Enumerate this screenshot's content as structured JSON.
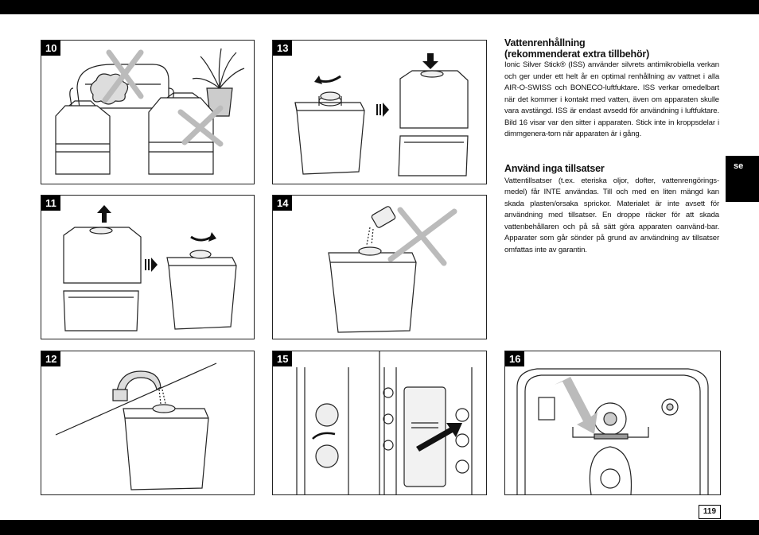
{
  "section1": {
    "heading_line1": "Vattenrenhållning",
    "heading_line2": "(rekommenderat extra tillbehör)",
    "body": "Ionic Silver Stick® (ISS) använder silvrets antimikrobiella verkan och ger under ett helt år en optimal renhållning av vattnet i alla AIR-O-SWISS och BONECO-luftfuktare. ISS verkar omedelbart när det kommer i kontakt med vatten, även om apparaten skulle vara avstängd. ISS är endast avsedd för användning i luftfuktare. Bild 16 visar var den sitter i apparaten. Stick inte in kroppsdelar i dimmgenera-torn när apparaten är i gång."
  },
  "section2": {
    "heading": "Använd inga tillsatser",
    "body": "Vattentillsatser (t.ex. eteriska oljor, dofter, vattenrengörings-medel) får INTE användas. Till och med en liten mängd kan skada plasten/orsaka sprickor. Materialet är inte avsett för användning med tillsatser. En droppe räcker för att skada vattenbehållaren och på så sätt göra apparaten oanvänd-bar. Apparater som går sönder på grund av användning av tillsatser omfattas inte av garantin."
  },
  "language_tab": "se",
  "page_number": "119",
  "figures": [
    {
      "number": "10"
    },
    {
      "number": "11"
    },
    {
      "number": "12"
    },
    {
      "number": "13"
    },
    {
      "number": "14"
    },
    {
      "number": "15"
    },
    {
      "number": "16"
    }
  ],
  "icons": [
    "cross-mark-icon",
    "arrow-up-icon",
    "arrow-down-icon",
    "rotate-arrow-icon",
    "triple-arrow-icon",
    "pointer-arrow-icon"
  ]
}
